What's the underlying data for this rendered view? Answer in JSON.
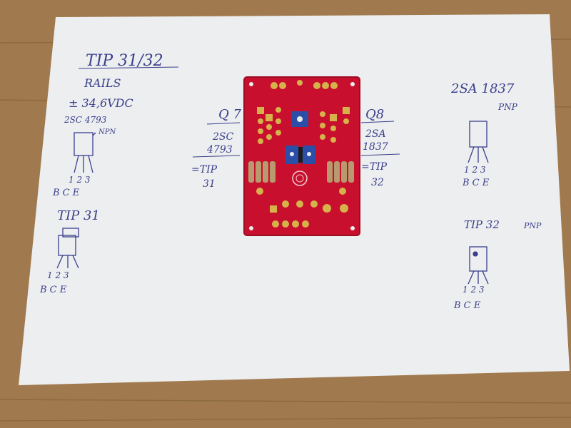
{
  "colors": {
    "floor": "#a07a4e",
    "floor_dark": "#7b5a35",
    "paper": "#eceef0",
    "ink": "#3b3f8a",
    "pcb": "#c8102e",
    "pcb_dark": "#9e0c22",
    "pad": "#d6b24a",
    "trimmer": "#2b4fa8"
  },
  "notes": {
    "title": "TIP 31/32",
    "rails_label": "RAILS",
    "rails_value": "± 34,6VDC",
    "left_top_part": "2SC 4793",
    "left_top_type": "NPN",
    "left_top_pins_num": "1 2 3",
    "left_top_pins_name": "B C E",
    "left_bottom_part": "TIP 31",
    "left_bottom_pins_num": "1 2 3",
    "left_bottom_pins_name": "B C E",
    "right_top_part": "2SA 1837",
    "right_top_type": "PNP",
    "right_top_pins_num": "1 2 3",
    "right_top_pins_name": "B C E",
    "right_bottom_part": "TIP 32",
    "right_bottom_type": "PNP",
    "right_bottom_pins_num": "1 2 3",
    "right_bottom_pins_name": "B C E",
    "q7_label": "Q 7",
    "q7_part1": "2SC",
    "q7_part2": "4793",
    "q7_eq": "=TIP",
    "q7_eq2": "31",
    "q8_label": "Q8",
    "q8_part1": "2SA",
    "q8_part2": "1837",
    "q8_eq": "=TIP",
    "q8_eq2": "32"
  }
}
